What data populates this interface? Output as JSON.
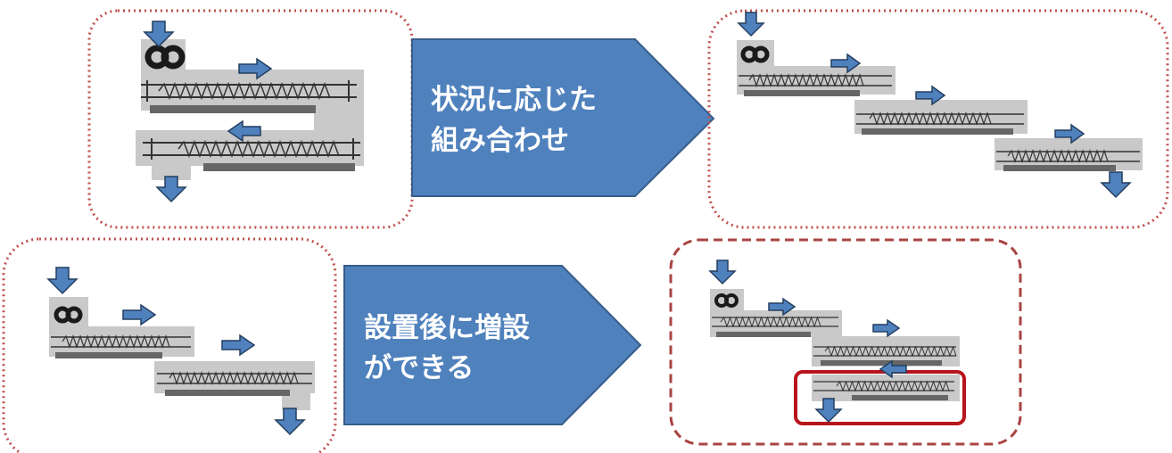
{
  "arrows": [
    {
      "lines": [
        "状況に応じた",
        "組み合わせ"
      ]
    },
    {
      "lines": [
        "設置後に増設",
        "ができる"
      ]
    }
  ],
  "colors": {
    "callout_fill": "#4f81bd",
    "callout_stroke": "#385d8a",
    "dotted_border": "#c0504d",
    "dashed_border": "#a94442",
    "highlight_border": "#b8141b",
    "flow_arrow_fill": "#4f81bd",
    "flow_arrow_stroke": "#243f60",
    "conveyor_backing": "#c9c9c9",
    "conveyor_base": "#666666",
    "screw_line": "#333333",
    "hopper_fill": "#1a1a1a",
    "text": "#ffffff"
  }
}
